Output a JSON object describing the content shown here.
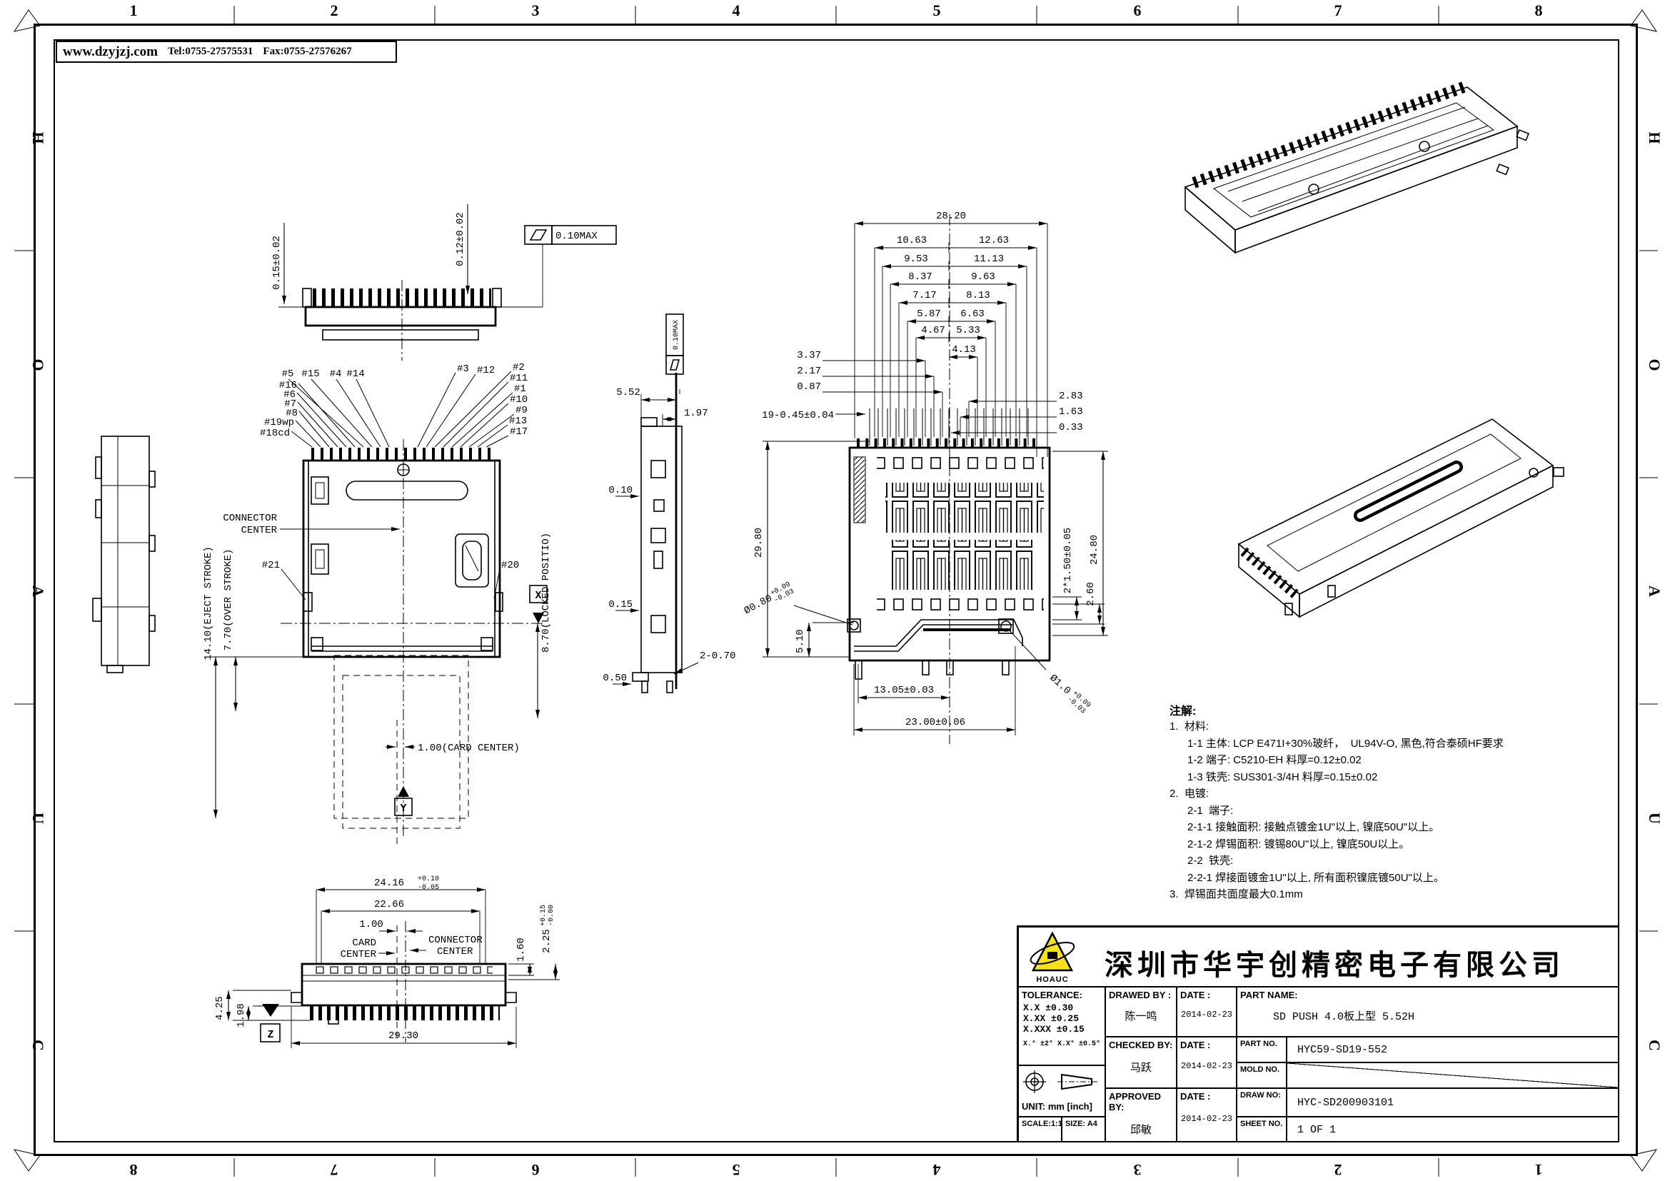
{
  "sheet": {
    "website": "www.dzyjzj.com",
    "tel": "Tel:0755-27575531",
    "fax": "Fax:0755-27576267",
    "zone_cols": [
      "1",
      "2",
      "3",
      "4",
      "5",
      "6",
      "7",
      "8"
    ],
    "zone_rows": [
      "H",
      "O",
      "A",
      "U",
      "C"
    ]
  },
  "front_view": {
    "dim_left": "0.15±0.02",
    "dim_right": "0.12±0.02",
    "flatness": "0.10MAX"
  },
  "top_view": {
    "pins_top": [
      "#5",
      "#15",
      "#4",
      "#14"
    ],
    "pins_left": [
      "#16",
      "#6",
      "#7",
      "#8",
      "#19wp",
      "#18cd"
    ],
    "pins_right": [
      "#3",
      "#12",
      "#2",
      "#11",
      "#1",
      "#10",
      "#9",
      "#13",
      "#17"
    ],
    "connector_center_1": "CONNECTOR",
    "connector_center_2": "CENTER",
    "pin21": "#21",
    "pin20": "#20",
    "datum_x": "X",
    "datum_y": "Y",
    "eject_stroke": "14.10(EJECT STROKE)",
    "over_stroke": "7.70(OVER STROKE)",
    "locked_position": "8.70(LOCKED POSITIO)",
    "card_center": "1.00(CARD CENTER)"
  },
  "side_view": {
    "flatness": "0.10MAX",
    "d_552": "5.52",
    "d_197": "1.97",
    "d_010": "0.10",
    "d_015": "0.15",
    "d_050": "0.50",
    "d_2_070": "2-0.70"
  },
  "pcb_view": {
    "d_2820": "28.20",
    "pair_l": [
      "10.63",
      "9.53",
      "8.37",
      "7.17",
      "5.87",
      "4.67"
    ],
    "pair_r": [
      "12.63",
      "11.13",
      "9.63",
      "8.13",
      "6.63",
      "5.33"
    ],
    "d_413": "4.13",
    "d_337": "3.37",
    "d_217": "2.17",
    "d_087": "0.87",
    "d_19045": "19-0.45±0.04",
    "d_283": "2.83",
    "d_163": "1.63",
    "d_033": "0.33",
    "d_2980": "29.80",
    "d_2480": "24.80",
    "d_2x150": "2*1.50±0.05",
    "d_260": "2.60",
    "d_510": "5.10",
    "hole_small": "Ø0.80",
    "hole_small_p": "+0.09",
    "hole_small_m": "-0.03",
    "hole_big": "Ø1.0",
    "hole_big_p": "+0.09",
    "hole_big_m": "-0.03",
    "d_1305": "13.05±0.03",
    "d_2300": "23.00±0.06"
  },
  "bottom_view": {
    "d_2416": "24.16",
    "d_2416_p": "+0.10",
    "d_2416_m": "-0.05",
    "d_2266": "22.66",
    "d_100": "1.00",
    "card_1": "CARD",
    "card_2": "CENTER",
    "conn_1": "CONNECTOR",
    "conn_2": "CENTER",
    "d_160": "1.60",
    "d_225": "2.25",
    "d_225_p": "+0.15",
    "d_225_m": "-0.00",
    "d_425": "4.25",
    "d_198": "1.98",
    "datum_z": "Z",
    "d_2930": "29.30"
  },
  "notes": {
    "title": "注解:",
    "lines": [
      "1.  材料:",
      "      1-1 主体: LCP E471I+30%玻纤，  UL94V-O, 黑色,符合泰硕HF要求",
      "      1-2 端子: C5210-EH 料厚=0.12±0.02",
      "      1-3 铁壳: SUS301-3/4H 料厚=0.15±0.02",
      "2.  电镀:",
      "      2-1  端子:",
      "      2-1-1 接触面积: 接触点镀金1U\"以上, 镍底50U\"以上。",
      "      2-1-2 焊锡面积: 镀锡80U\"以上, 镍底50U以上。",
      "      2-2  铁壳:",
      "      2-2-1 焊接面镀金1U\"以上, 所有面积镍底镀50U\"以上。",
      "3.  焊锡面共面度最大0.1mm"
    ]
  },
  "titleblock": {
    "logo_text": "HOAUC",
    "company": "深圳市华宇创精密电子有限公司",
    "tolerance_label": "TOLERANCE:",
    "tol_rows": [
      "X.X    ±0.30",
      "X.XX   ±0.25",
      "X.XXX  ±0.15"
    ],
    "tol_ang": "X.° ±2°    X.X° ±0.5°",
    "unit": "UNIT:  mm  [inch]",
    "scale": "SCALE:1:1",
    "size": "SIZE:  A4",
    "drawed_label": "DRAWED BY :",
    "drawed_name": "陈一鸣",
    "date_label_1": "DATE :",
    "drawed_date": "2014-02-23",
    "checked_label": "CHECKED BY:",
    "checked_name": "马跃",
    "date_label_2": "DATE :",
    "checked_date": "2014-02-23",
    "approved_label": "APPROVED BY:",
    "approved_name": "邱敏",
    "date_label_3": "DATE :",
    "approved_date": "2014-02-23",
    "partname_label": "PART NAME:",
    "partname": "SD PUSH 4.0板上型 5.52H",
    "partno_label": "PART NO.",
    "partno": "HYC59-SD19-552",
    "moldno_label": "MOLD NO.",
    "drawno_label": "DRAW NO:",
    "drawno": "HYC-SD200903101",
    "sheetno_label": "SHEET NO.",
    "sheetno": "1 OF 1"
  }
}
